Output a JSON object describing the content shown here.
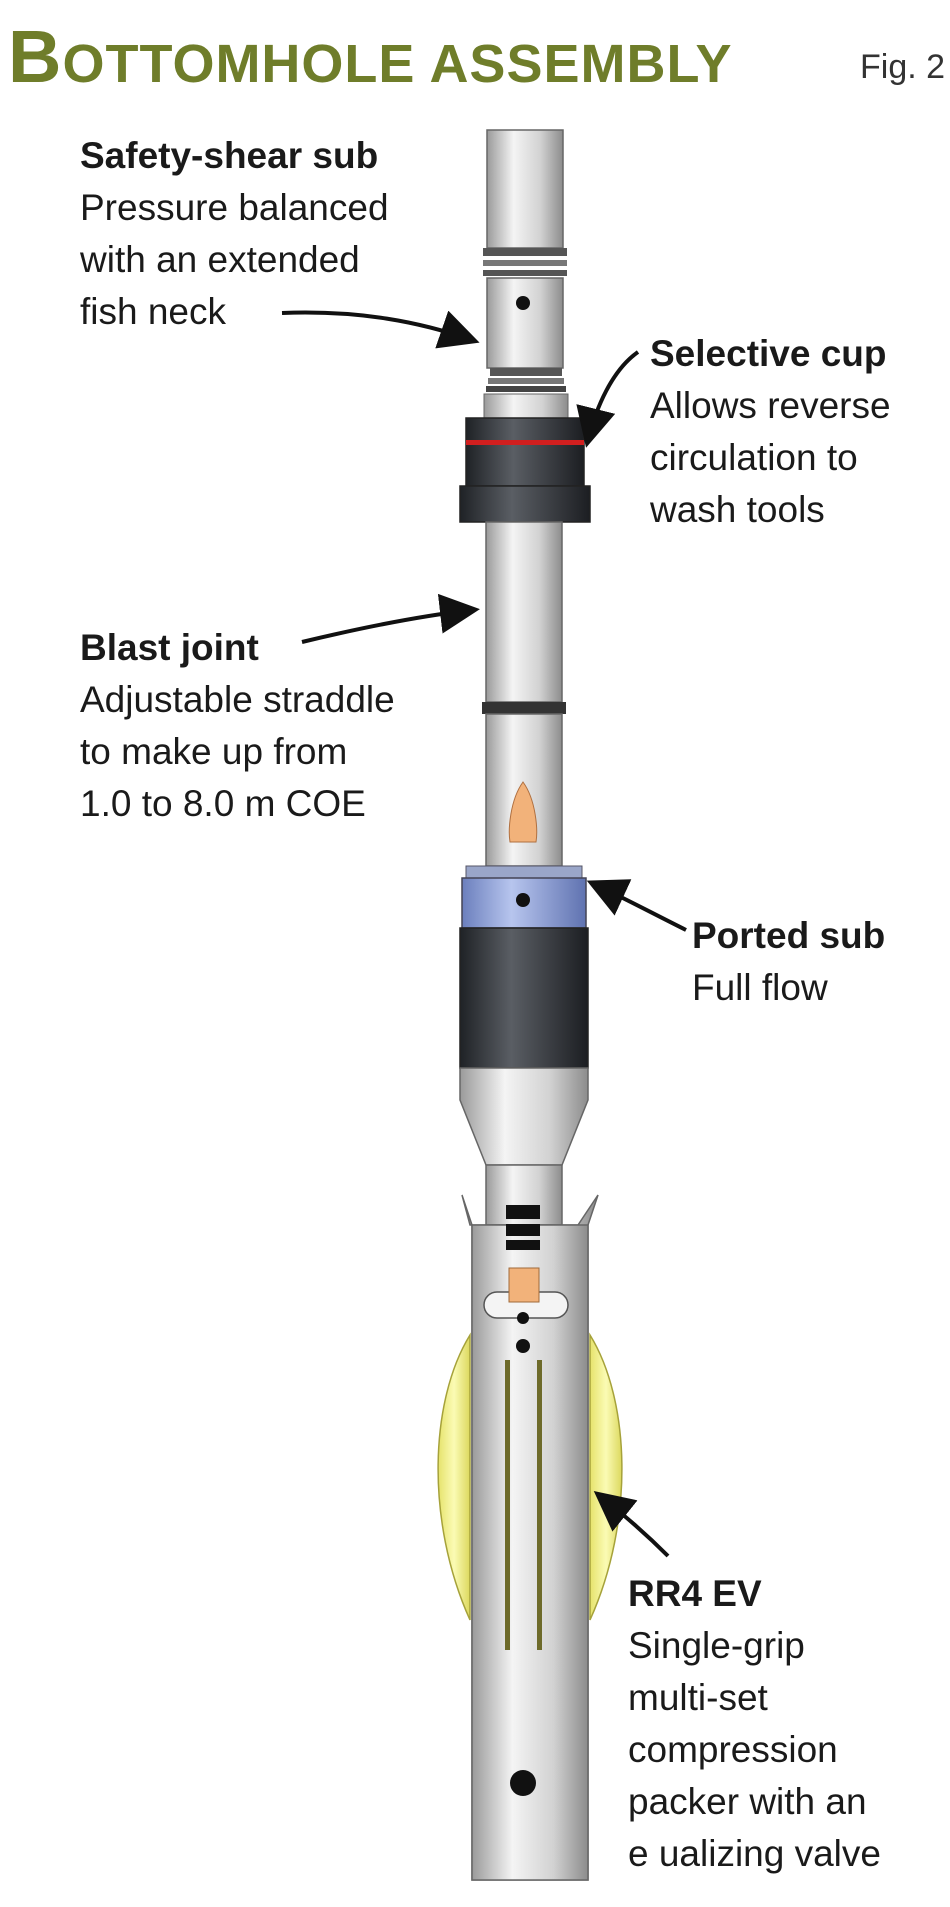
{
  "title": {
    "initial": "B",
    "rest": "OTTOMHOLE ASSEMBLY"
  },
  "figure_label": "Fig. 2",
  "callouts": {
    "safety_shear": {
      "heading": "Safety-shear sub",
      "description": "Pressure balanced\nwith an extended\nfish neck"
    },
    "selective_cup": {
      "heading": "Selective cup",
      "description": "Allows reverse\ncirculation to\nwash tools"
    },
    "blast_joint": {
      "heading": "Blast joint",
      "description": "Adjustable straddle\nto make up from\n1.0 to 8.0 m COE"
    },
    "ported_sub": {
      "heading": "Ported sub",
      "description": "Full flow"
    },
    "rr4_ev": {
      "heading": "RR4 EV",
      "description": "Single-grip\nmulti-set\ncompression\npacker with an\ne ualizing valve"
    }
  },
  "colors": {
    "title": "#6f7d2a",
    "tool_body": "#d6d6d6",
    "dark_sleeve": "#3a3d42",
    "ported_band": "#8ea0d6",
    "element": "#f2f08a",
    "red_ring": "#d11f1f",
    "port_insert": "#f2b27a"
  }
}
